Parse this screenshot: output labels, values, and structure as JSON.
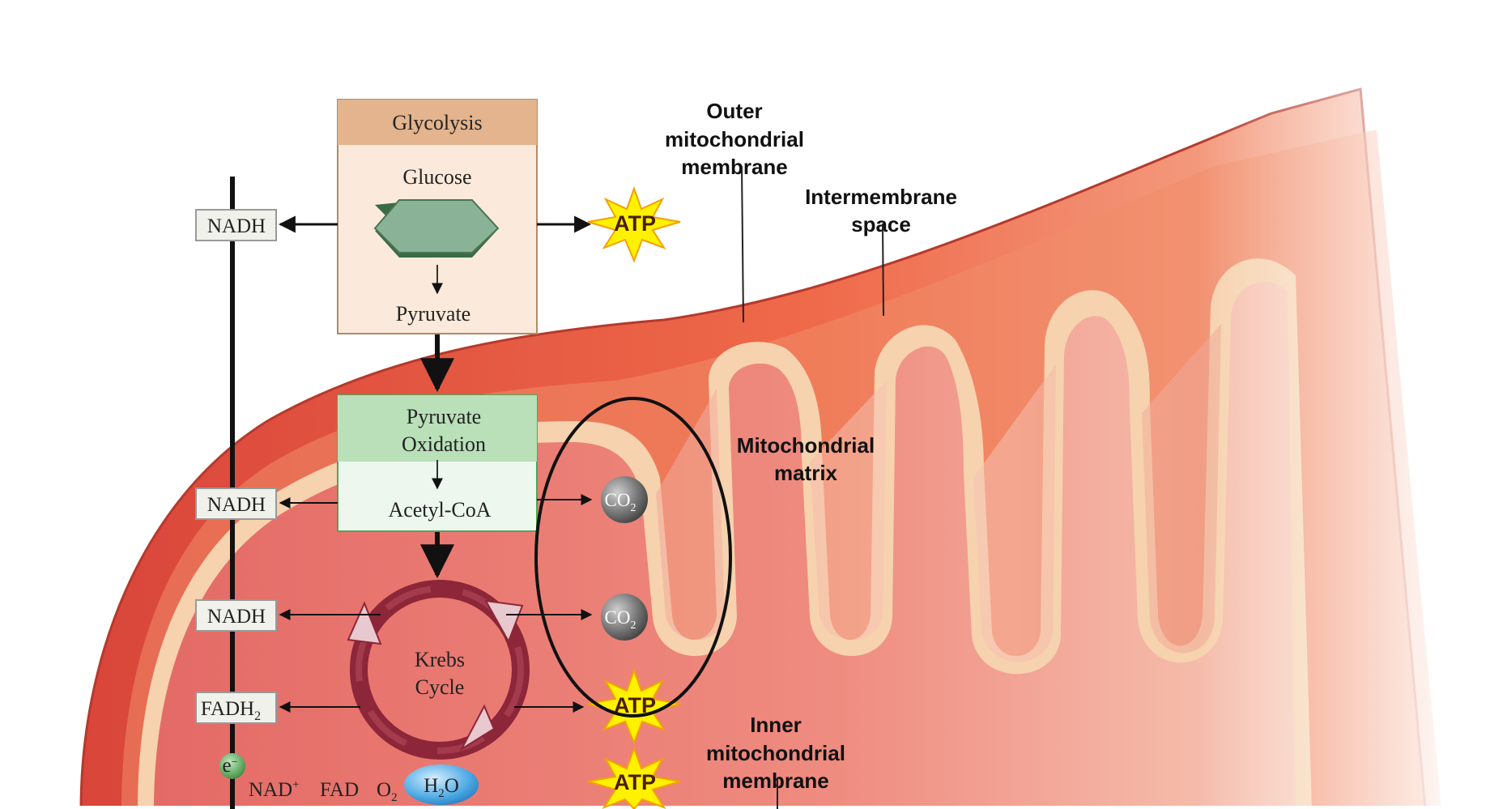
{
  "processes": {
    "glycolysis": "Glycolysis",
    "glucose": "Glucose",
    "pyruvate": "Pyruvate",
    "pyruvate_oxidation_line1": "Pyruvate",
    "pyruvate_oxidation_line2": "Oxidation",
    "acetyl_coa": "Acetyl-CoA",
    "krebs_line1": "Krebs",
    "krebs_line2": "Cycle"
  },
  "carriers": {
    "nadh_1": "NADH",
    "nadh_2": "NADH",
    "nadh_3": "NADH",
    "fadh2": "FADH",
    "fadh2_sub": "2"
  },
  "products": {
    "atp_1": "ATP",
    "atp_2": "ATP",
    "atp_3": "ATP",
    "co2_1": "CO",
    "co2_1_sub": "2",
    "co2_2": "CO",
    "co2_2_sub": "2",
    "h2o": "H",
    "h2o_sub": "2",
    "h2o_tail": "O"
  },
  "electron_chain": {
    "electron": "e",
    "electron_sup": "−",
    "nad": "NAD",
    "nad_sup": "+",
    "fad": "FAD",
    "o2": "O",
    "o2_sub": "2"
  },
  "labels": {
    "outer_membrane_l1": "Outer",
    "outer_membrane_l2": "mitochondrial",
    "outer_membrane_l3": "membrane",
    "intermembrane_l1": "Intermembrane",
    "intermembrane_l2": "space",
    "matrix_l1": "Mitochondrial",
    "matrix_l2": "matrix",
    "inner_membrane_l1": "Inner",
    "inner_membrane_l2": "mitochondrial",
    "inner_membrane_l3": "membrane"
  },
  "colors": {
    "outer_membrane": "#e8654a",
    "inner_membrane_edge": "#f7d3b0",
    "matrix": "#e8736a",
    "glycolysis_header": "#e3b48d",
    "glycolysis_body": "#fbeadb",
    "pyruvate_ox_header": "#b9e0b9",
    "pyruvate_ox_body": "#eef7ee",
    "atp_star": "#fff200",
    "co2_ball": "#7d7d7d",
    "h2o_ball": "#5db5e8"
  }
}
